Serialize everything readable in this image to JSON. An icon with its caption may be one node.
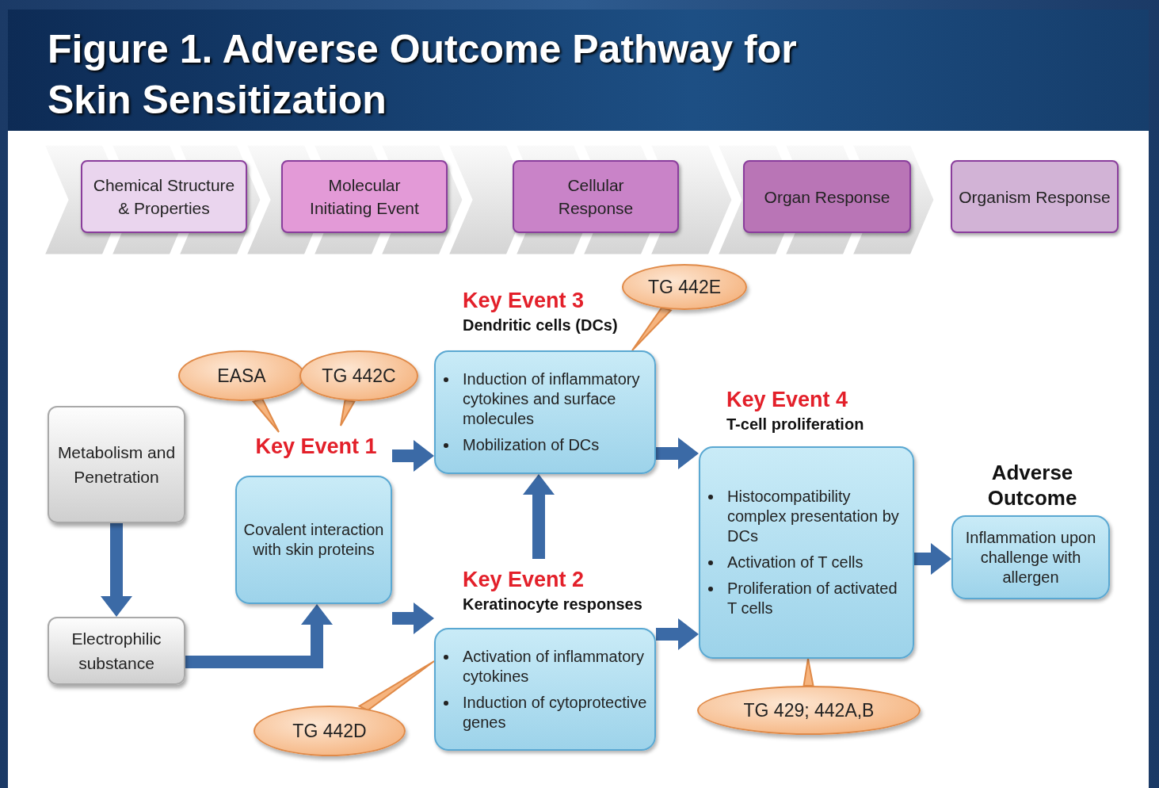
{
  "diagram": {
    "title": "Figure 1. Adverse Outcome Pathway for Skin Sensitization",
    "nodes": [
      {
        "text": [
          "Chemical Structure & Properties"
        ]
      },
      {
        "text": [
          "Molecular Initiating Event"
        ]
      },
      {
        "text": [
          "Cellular Response"
        ]
      },
      {
        "text": [
          "Organ Response"
        ]
      },
      {
        "text": [
          "Organism Response"
        ]
      },
      {
        "text": [
          "Metabolism and Penetration"
        ]
      },
      {
        "text": [
          "Electrophilic substance"
        ]
      },
      {
        "text": [
          "Key Event 1",
          "Covalent interaction with skin proteins"
        ]
      },
      {
        "text": [
          "Key Event 3",
          "Dendritic cells (DCs)",
          "Induction of inflammatory cytokines and surface molecules",
          "Mobilization of DCs"
        ]
      },
      {
        "text": [
          "Key Event 2",
          "Keratinocyte responses",
          "Activation of inflammatory cytokines",
          "Induction of cytoprotective genes"
        ]
      },
      {
        "text": [
          "Key Event 4",
          "T-cell proliferation",
          "Histocompatibility complex presentation by DCs",
          "Activation of T cells",
          "Proliferation of activated T cells"
        ]
      },
      {
        "text": [
          "Adverse Outcome",
          "Inflammation upon challenge with allergen"
        ]
      },
      {
        "text": [
          "EASA"
        ]
      },
      {
        "text": [
          "TG 442C"
        ]
      },
      {
        "text": [
          "TG 442E"
        ]
      },
      {
        "text": [
          "TG 442D"
        ]
      },
      {
        "text": [
          "TG 429; 442A,B"
        ]
      }
    ],
    "edges": [
      {
        "from": 5,
        "to": 6,
        "arrow": "to",
        "style": "thick"
      },
      {
        "from": 6,
        "to": 7,
        "arrow": "to",
        "style": "thick"
      },
      {
        "from": 7,
        "to": 8,
        "arrow": "to",
        "style": "thick"
      },
      {
        "from": 7,
        "to": 9,
        "arrow": "to",
        "style": "thick"
      },
      {
        "from": 9,
        "to": 8,
        "arrow": "to",
        "style": "thick"
      },
      {
        "from": 8,
        "to": 10,
        "arrow": "to",
        "style": "thick"
      },
      {
        "from": 9,
        "to": 10,
        "arrow": "to",
        "style": "thick"
      },
      {
        "from": 10,
        "to": 11,
        "arrow": "to",
        "style": "thick"
      },
      {
        "from": 12,
        "to": 7,
        "arrow": "none"
      },
      {
        "from": 13,
        "to": 7,
        "arrow": "none"
      },
      {
        "from": 14,
        "to": 8,
        "arrow": "none"
      },
      {
        "from": 15,
        "to": 9,
        "arrow": "none"
      },
      {
        "from": 16,
        "to": 10,
        "arrow": "none"
      }
    ]
  }
}
